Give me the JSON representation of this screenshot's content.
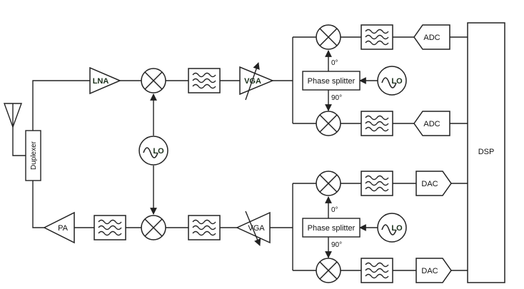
{
  "labels": {
    "lna": "LNA",
    "vga_rx": "VGA",
    "vga_tx": "VGA",
    "pa": "PA",
    "duplexer": "Duplexer",
    "dsp": "DSP",
    "adc_top": "ADC",
    "adc_bottom": "ADC",
    "dac_top": "DAC",
    "dac_bottom": "DAC",
    "phase_splitter_rx": "Phase splitter",
    "phase_splitter_tx": "Phase splitter",
    "lo_center": "LO",
    "lo_rx": "LO",
    "lo_tx": "LO",
    "deg0_rx": "0°",
    "deg90_rx": "90°",
    "deg0_tx": "0°",
    "deg90_tx": "90°"
  },
  "icons": [
    "antenna-icon",
    "mixer-icon",
    "filter-icon",
    "oscillator-icon",
    "amplifier-icon",
    "arrow-icon"
  ],
  "colors": {
    "line": "#222222",
    "background": "#ffffff"
  }
}
